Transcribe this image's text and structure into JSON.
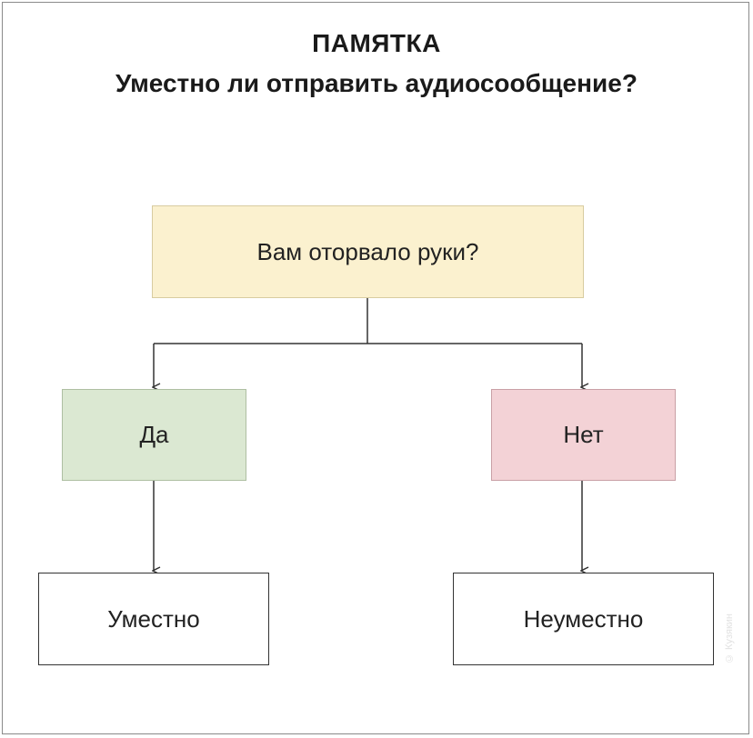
{
  "header": {
    "title": "ПАМЯТКА",
    "subtitle": "Уместно ли отправить аудиосообщение?"
  },
  "flowchart": {
    "question": "Вам оторвало руки?",
    "yes": "Да",
    "no": "Нет",
    "yes_result": "Уместно",
    "no_result": "Неуместно"
  },
  "watermark": "© Кузякин",
  "colors": {
    "question_fill": "#fbf1cf",
    "yes_fill": "#dbe8d2",
    "no_fill": "#f3d2d6",
    "line": "#333333"
  }
}
